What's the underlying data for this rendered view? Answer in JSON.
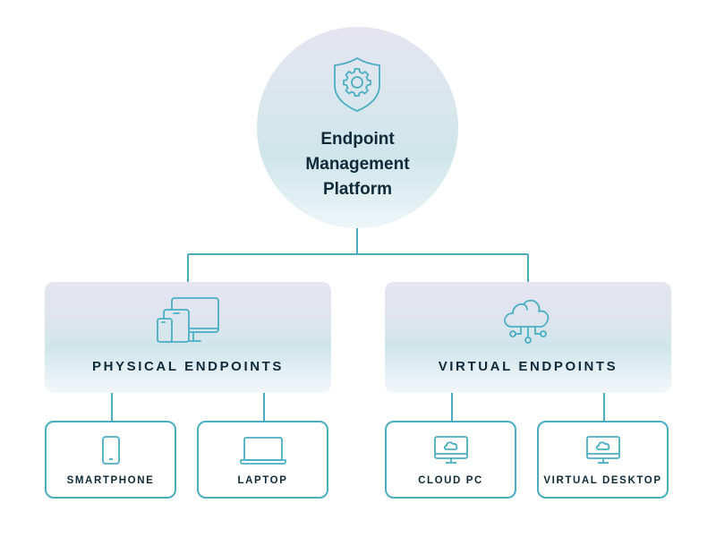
{
  "colors": {
    "accent": "#4aaec2",
    "text": "#0f2a3a"
  },
  "root": {
    "icon": "shield-gear-icon",
    "title_lines": [
      "Endpoint",
      "Management",
      "Platform"
    ]
  },
  "categories": [
    {
      "label": "PHYSICAL ENDPOINTS",
      "icon": "devices-icon",
      "children": [
        {
          "label": "SMARTPHONE",
          "icon": "smartphone-icon"
        },
        {
          "label": "LAPTOP",
          "icon": "laptop-icon"
        }
      ]
    },
    {
      "label": "VIRTUAL ENDPOINTS",
      "icon": "cloud-network-icon",
      "children": [
        {
          "label": "CLOUD PC",
          "icon": "cloud-monitor-icon"
        },
        {
          "label": "VIRTUAL DESKTOP",
          "icon": "cloud-monitor-icon"
        }
      ]
    }
  ]
}
